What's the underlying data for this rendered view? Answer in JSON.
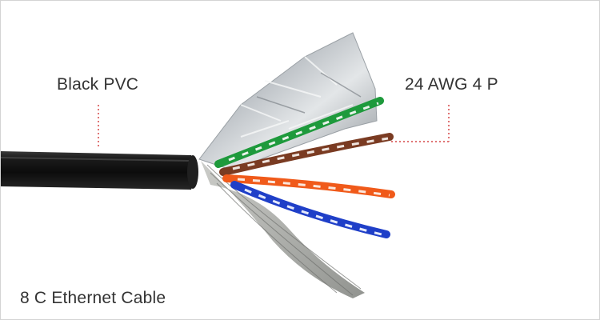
{
  "labels": {
    "jacket": "Black PVC",
    "gauge": "24 AWG 4 P",
    "caption": "8 C Ethernet Cable"
  },
  "colors": {
    "jacket": "#141414",
    "pointer": "#e07474",
    "foil": "#cfd3d6",
    "green_pair": "#1e9a3c",
    "brown_pair": "#7a3b22",
    "orange_pair": "#f05a1a",
    "blue_pair": "#1f3fc8",
    "braid": "#a7a9a4"
  }
}
